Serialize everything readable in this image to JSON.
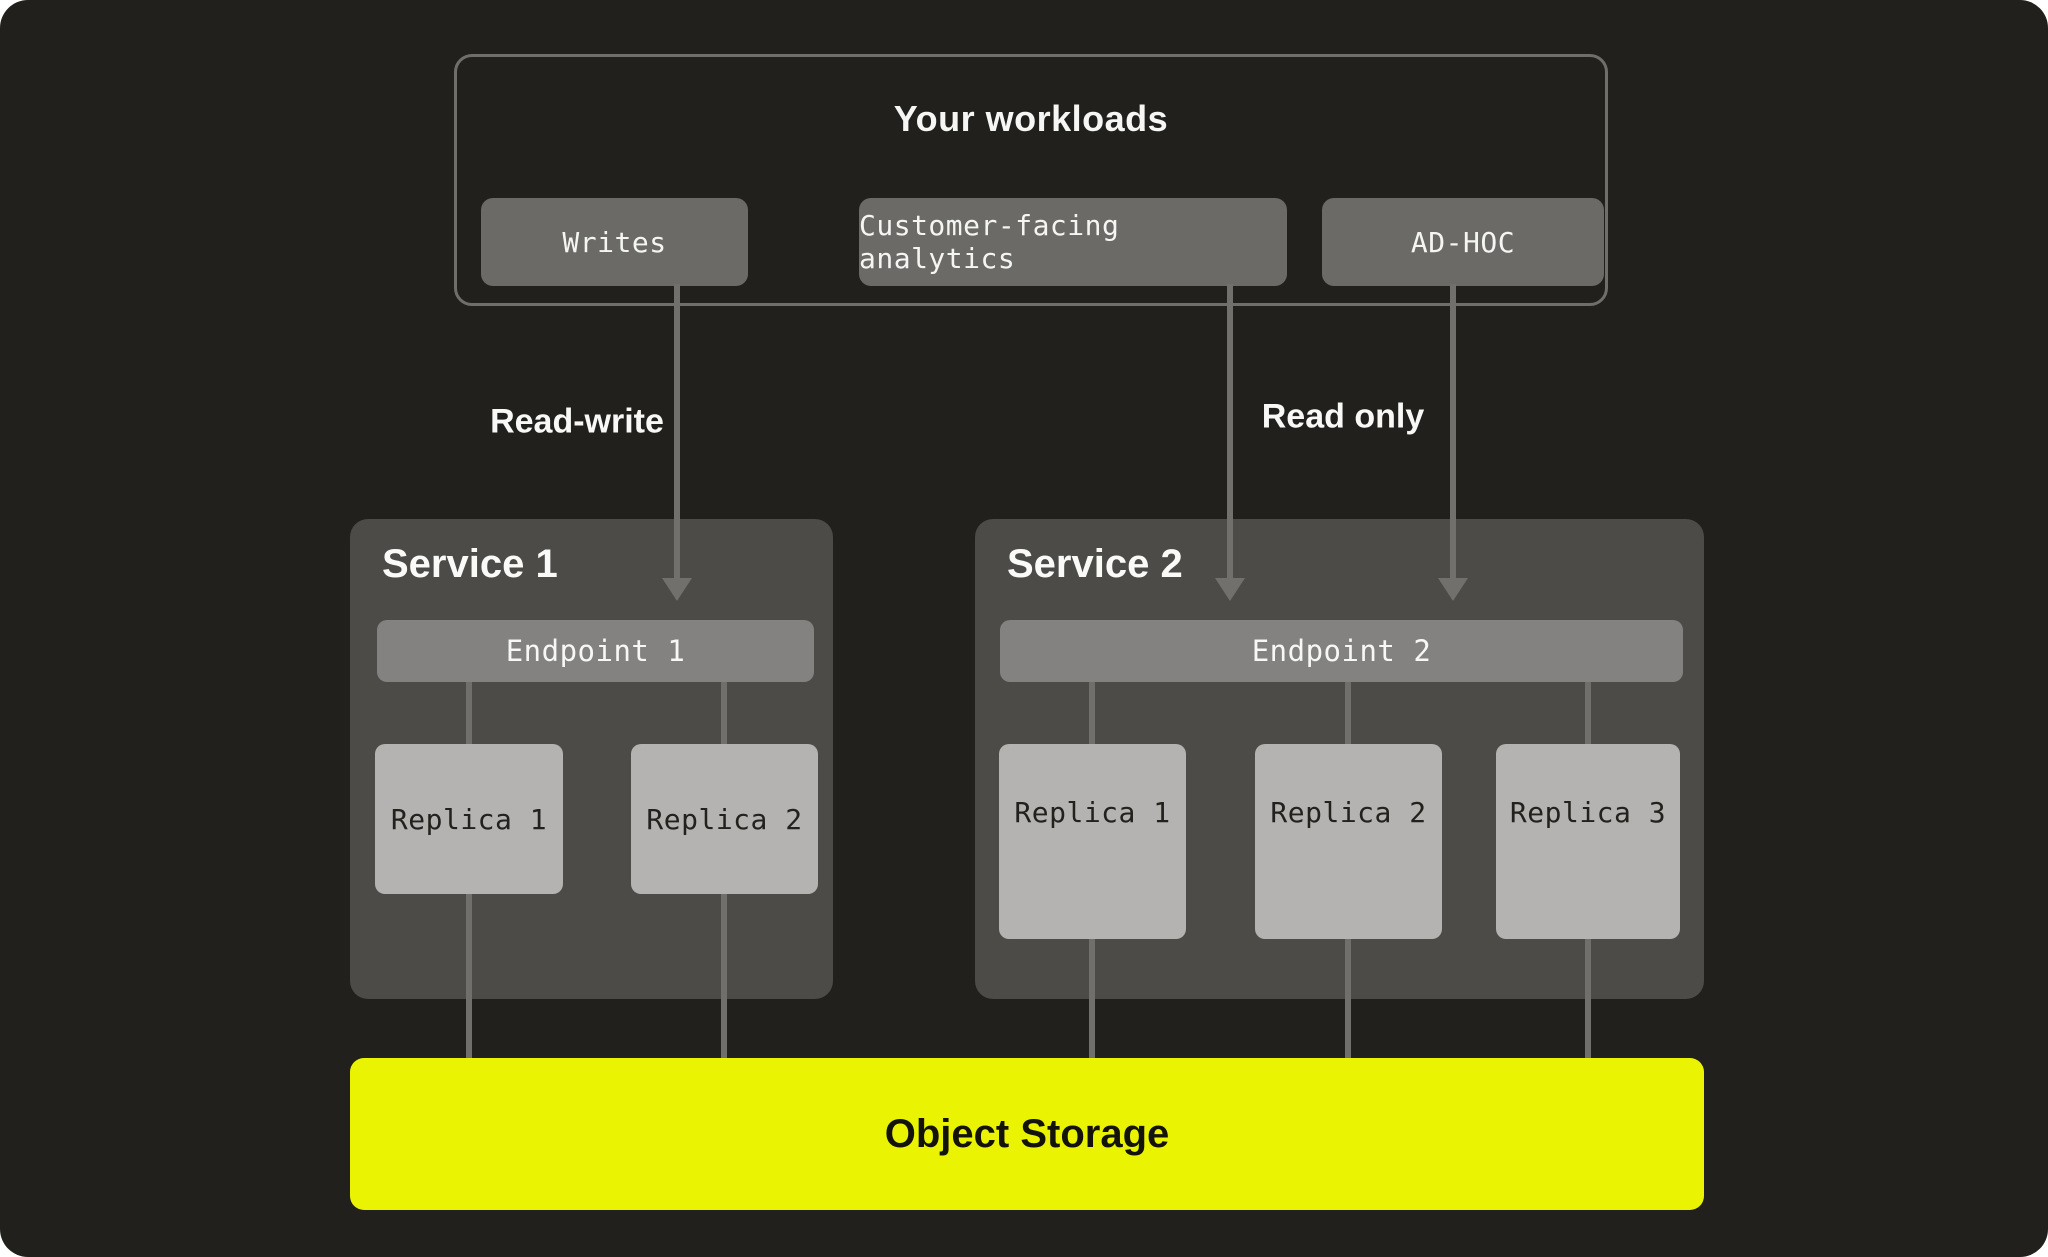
{
  "diagram": {
    "workloads": {
      "title": "Your workloads",
      "pills": [
        "Writes",
        "Customer-facing analytics",
        "AD-HOC"
      ]
    },
    "flows": {
      "read_write": "Read-write",
      "read_only": "Read only"
    },
    "services": [
      {
        "title": "Service 1",
        "endpoint": "Endpoint 1",
        "replicas": [
          "Replica 1",
          "Replica 2"
        ]
      },
      {
        "title": "Service 2",
        "endpoint": "Endpoint 2",
        "replicas": [
          "Replica 1",
          "Replica 2",
          "Replica 3"
        ]
      }
    ],
    "storage": {
      "label": "Object Storage"
    },
    "colors": {
      "background": "#21201C",
      "service_panel": "#4C4B48",
      "workload_pill": "#6B6A67",
      "endpoint": "#838280",
      "replica": "#B4B3B1",
      "connector_line": "#71706D",
      "storage_accent": "#EAF402"
    }
  }
}
